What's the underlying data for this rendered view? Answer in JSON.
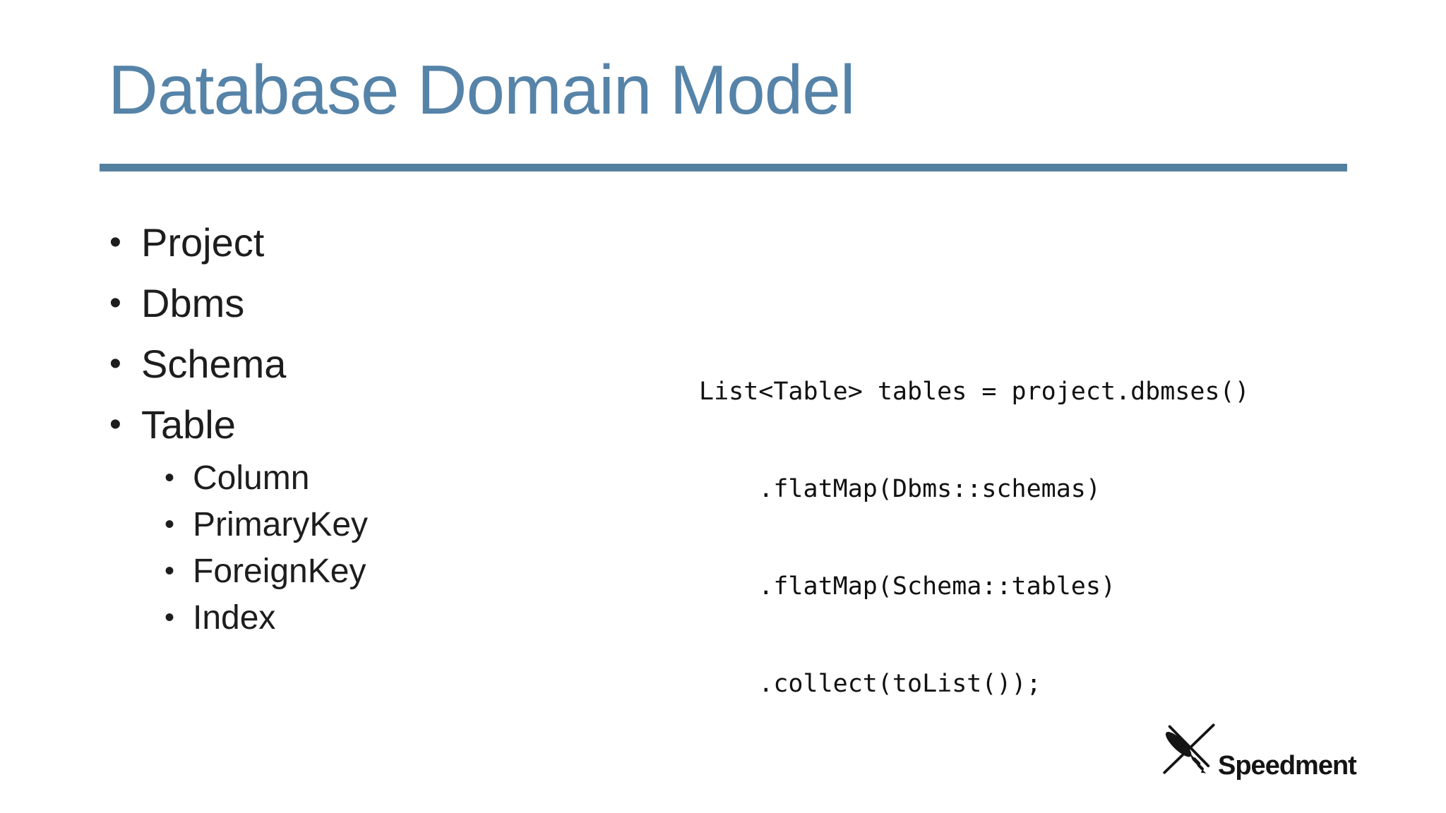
{
  "slide": {
    "title": "Database Domain Model"
  },
  "colors": {
    "title": "#5683A8",
    "underline": "#54809F",
    "body_text": "#1d1d1d",
    "code_text": "#111111",
    "background": "#ffffff"
  },
  "bullets": {
    "glyph": "•",
    "items": [
      {
        "label": "Project",
        "level": 1
      },
      {
        "label": "Dbms",
        "level": 1
      },
      {
        "label": "Schema",
        "level": 1
      },
      {
        "label": "Table",
        "level": 1
      },
      {
        "label": "Column",
        "level": 2
      },
      {
        "label": "PrimaryKey",
        "level": 2
      },
      {
        "label": "ForeignKey",
        "level": 2
      },
      {
        "label": "Index",
        "level": 2
      }
    ]
  },
  "code": {
    "lines": [
      "List<Table> tables = project.dbmses()",
      "    .flatMap(Dbms::schemas)",
      "    .flatMap(Schema::tables)",
      "    .collect(toList());"
    ]
  },
  "logo": {
    "text": "Speedment",
    "icon": "dragonfly-icon"
  }
}
